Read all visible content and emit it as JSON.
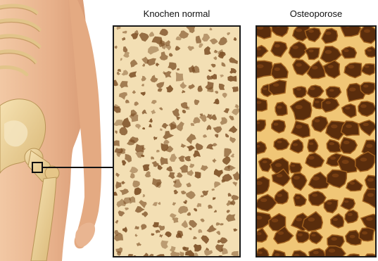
{
  "labels": {
    "normal": "Knochen normal",
    "osteoporosis": "Osteoporose"
  },
  "colors": {
    "skin": "#e9b58f",
    "bone": "#e8cc92",
    "normal_base": "#f3dfb4",
    "normal_pore": "#7a4c22",
    "osteo_base": "#f0c676",
    "osteo_pore": "#5a2d0c"
  },
  "icons": {
    "skeleton": "hip-skeleton-illustration",
    "magnifier": "callout-square"
  }
}
